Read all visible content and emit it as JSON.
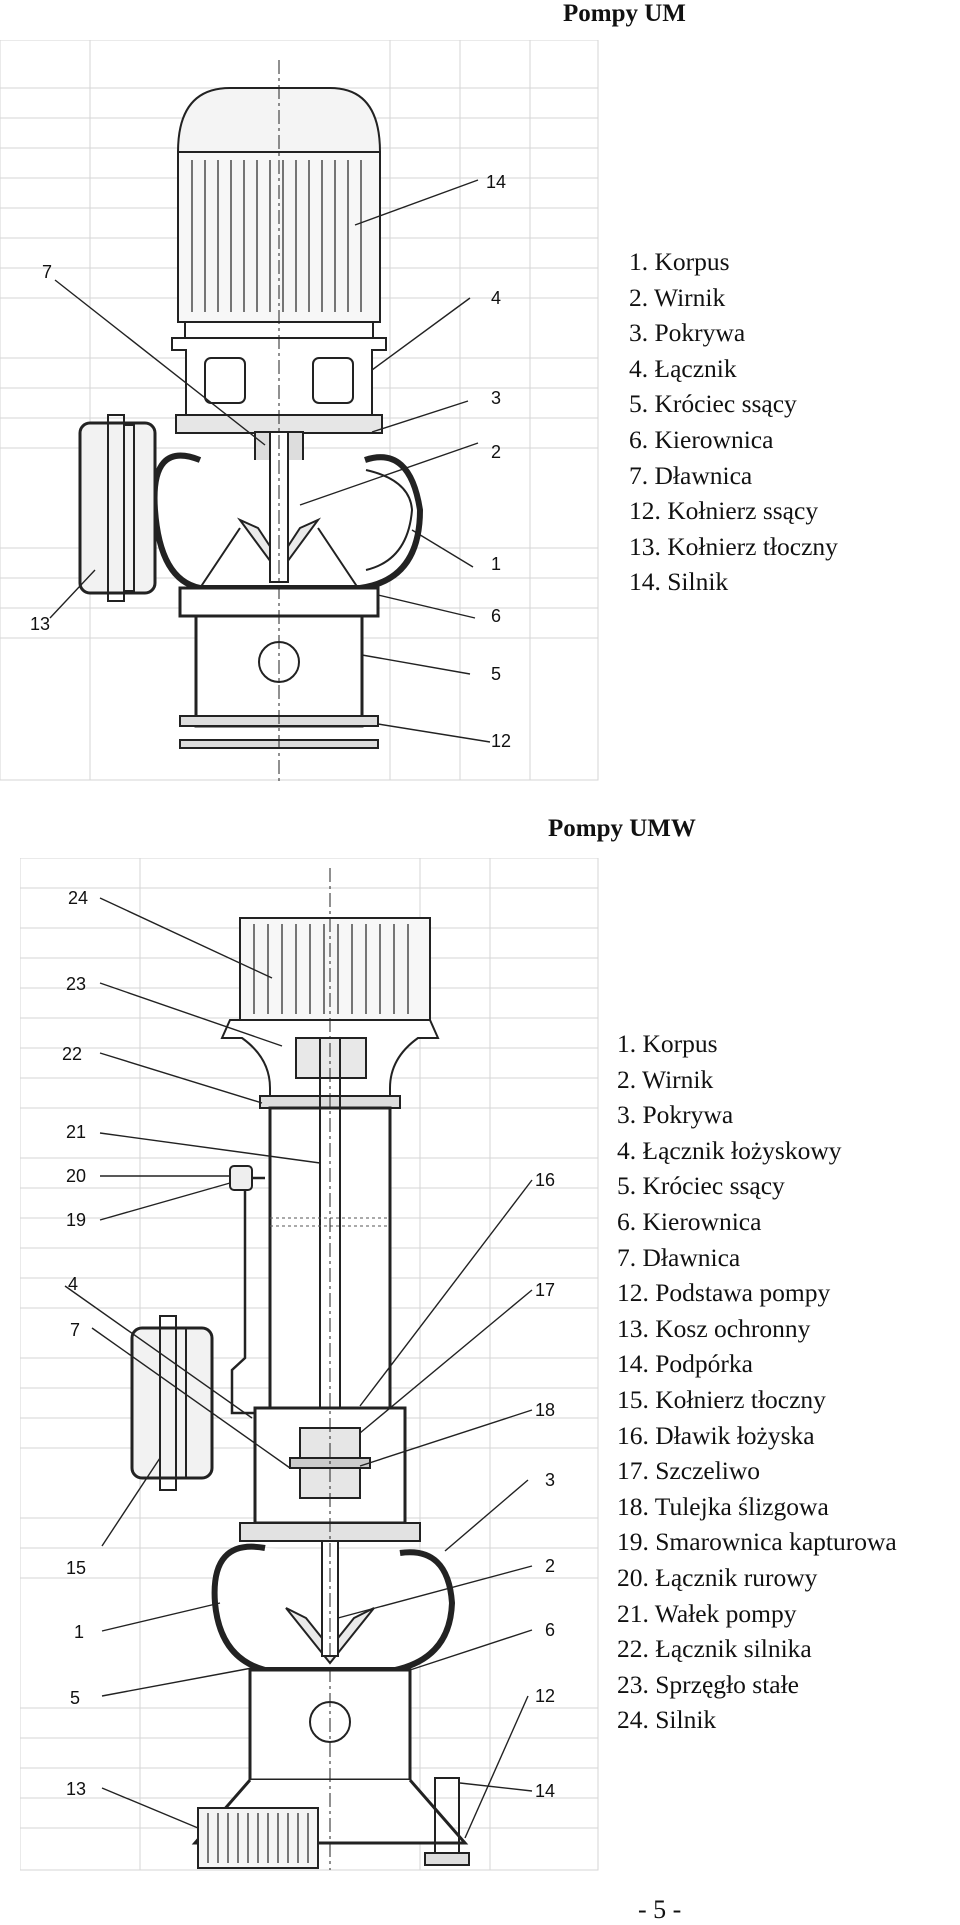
{
  "sections": [
    {
      "title": "Pompy UM",
      "legend": [
        "1. Korpus",
        "2. Wirnik",
        "3. Pokrywa",
        "4. Łącznik",
        "5. Króciec ssący",
        "6. Kierownica",
        "7. Dławnica",
        "12. Kołnierz ssący",
        "13. Kołnierz tłoczny",
        "14. Silnik"
      ],
      "callouts": [
        "14",
        "7",
        "4",
        "3",
        "2",
        "1",
        "13",
        "6",
        "5",
        "12"
      ]
    },
    {
      "title": "Pompy UMW",
      "legend": [
        "1. Korpus",
        "2. Wirnik",
        "3. Pokrywa",
        "4. Łącznik łożyskowy",
        "5. Króciec ssący",
        "6. Kierownica",
        "7. Dławnica",
        "12. Podstawa pompy",
        "13. Kosz ochronny",
        "14. Podpórka",
        "15. Kołnierz tłoczny",
        "16. Dławik łożyska",
        "17. Szczeliwo",
        "18. Tulejka ślizgowa",
        "19. Smarownica kapturowa",
        "20. Łącznik rurowy",
        "21. Wałek pompy",
        "22. Łącznik silnika",
        "23. Sprzęgło stałe",
        "24. Silnik"
      ],
      "callouts": [
        "24",
        "23",
        "22",
        "21",
        "20",
        "19",
        "4",
        "7",
        "15",
        "1",
        "5",
        "13",
        "16",
        "17",
        "18",
        "3",
        "2",
        "6",
        "12",
        "14"
      ]
    }
  ],
  "page_number": "- 5 -"
}
